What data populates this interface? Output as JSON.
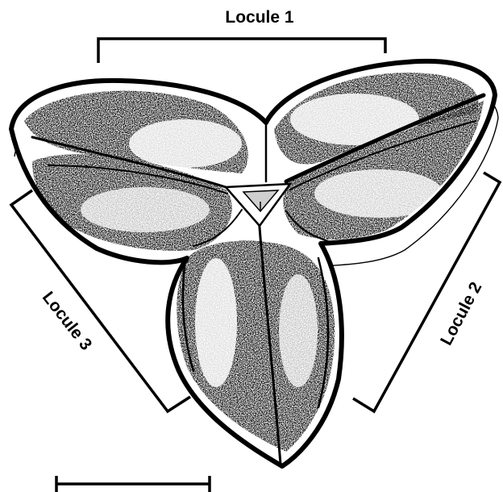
{
  "figure": {
    "labels": {
      "locule_1": "Locule 1",
      "locule_2": "Locule 2",
      "locule_3": "Locule 3"
    },
    "colors": {
      "ink": "#000000",
      "paper": "#ffffff",
      "shade_dark": "#1a1a1a",
      "shade_mid": "#6b6b6b",
      "shade_light": "#c9c9c9"
    }
  }
}
